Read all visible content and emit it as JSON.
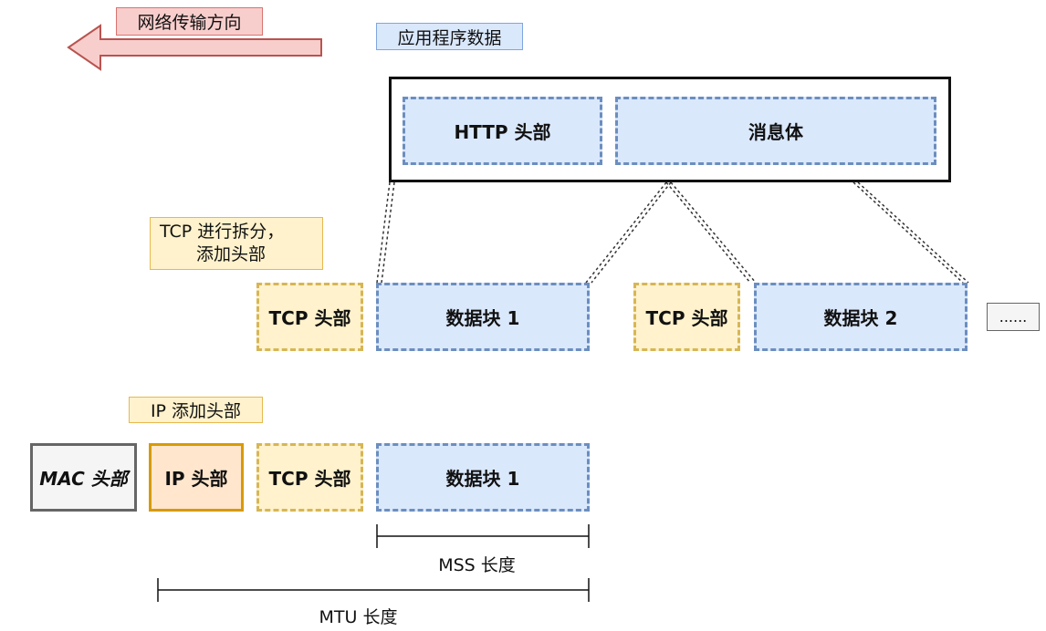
{
  "direction_label": "网络传输方向",
  "app_data_label": "应用程序数据",
  "http_header": "HTTP 头部",
  "message_body": "消息体",
  "tcp_split_label_line1": "TCP 进行拆分，",
  "tcp_split_label_line2": "添加头部",
  "tcp_header": "TCP 头部",
  "chunk1": "数据块 1",
  "chunk2": "数据块 2",
  "ellipsis": "......",
  "ip_add_label": "IP 添加头部",
  "mac_header": "MAC 头部",
  "ip_header": "IP 头部",
  "mss_label": "MSS 长度",
  "mtu_label": "MTU 长度",
  "colors": {
    "red_fill": "#f8cecc",
    "blue_fill": "#dae8fc",
    "blue_border": "#6c8ebf",
    "yellow_fill": "#fff2cc",
    "yellow_border": "#d6b656",
    "orange_fill": "#ffe6cc",
    "orange_border": "#d79b00",
    "gray_fill": "#f5f5f5"
  }
}
